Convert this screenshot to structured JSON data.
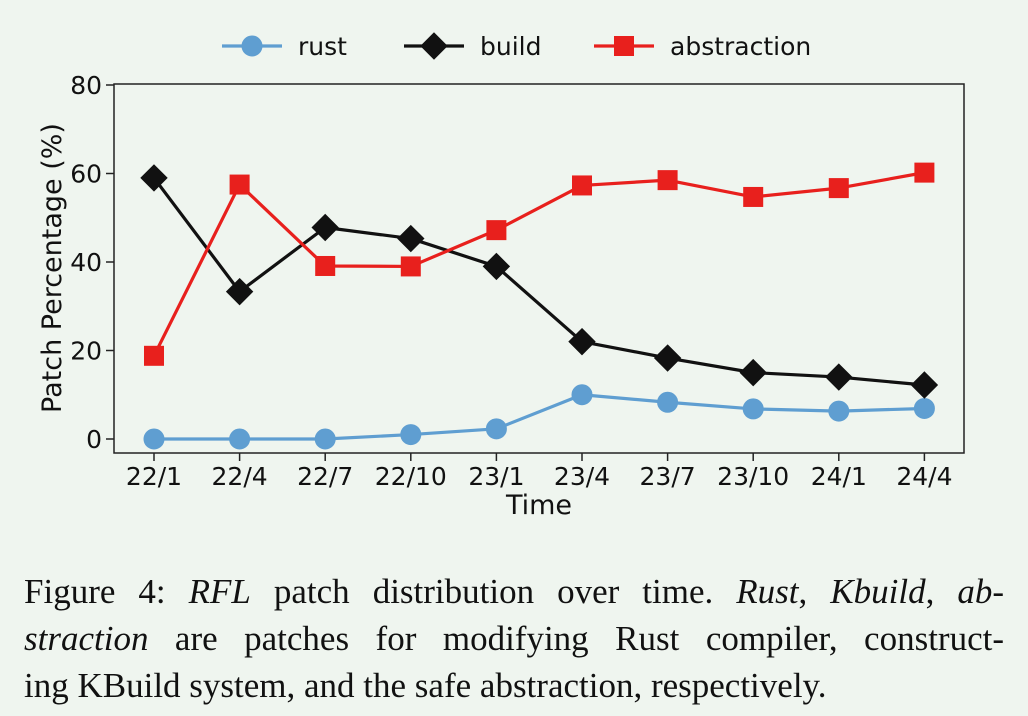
{
  "chart_data": {
    "type": "line",
    "categories": [
      "22/1",
      "22/4",
      "22/7",
      "22/10",
      "23/1",
      "23/4",
      "23/7",
      "23/10",
      "24/1",
      "24/4"
    ],
    "series": [
      {
        "name": "rust",
        "values": [
          0,
          0,
          0,
          1,
          2.3,
          10,
          8.3,
          6.8,
          6.3,
          6.9
        ],
        "color": "#5f9ed1",
        "marker": "circle"
      },
      {
        "name": "build",
        "values": [
          59,
          33.3,
          47.8,
          45.3,
          39,
          22,
          18.3,
          15,
          14,
          12.2
        ],
        "color": "#111111",
        "marker": "diamond"
      },
      {
        "name": "abstraction",
        "values": [
          18.8,
          57.5,
          39.1,
          39,
          47.2,
          57.3,
          58.5,
          54.7,
          56.7,
          60.2
        ],
        "color": "#e8201d",
        "marker": "square"
      }
    ],
    "xlabel": "Time",
    "ylabel": "Patch Percentage (%)",
    "ylim": [
      -3,
      80
    ],
    "yticks": [
      "0",
      "20",
      "40",
      "60",
      "80"
    ],
    "legend_position": "top-center",
    "grid": false
  },
  "caption": {
    "line1_a": "Figure 4: ",
    "line1_b": "RFL",
    "line1_c": " patch distribution over time. ",
    "line1_d": "Rust",
    "line1_e": ", ",
    "line1_f": "Kbuild",
    "line1_g": ", ",
    "line1_h": "ab-",
    "line2_a": "straction",
    "line2_b": " are patches for modifying Rust compiler, construct-",
    "line3": "ing KBuild system, and the safe abstraction, respectively."
  }
}
